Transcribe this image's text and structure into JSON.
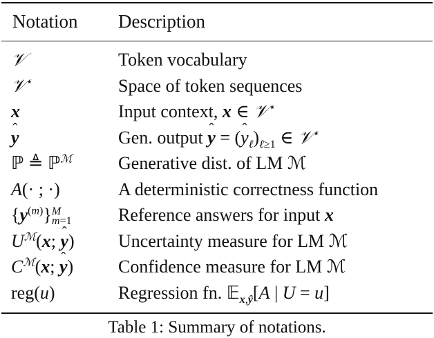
{
  "table": {
    "header": {
      "notation": "Notation",
      "description": "Description"
    },
    "rows": [
      {
        "notation": "𝒱",
        "description": "Token vocabulary"
      },
      {
        "notation": "𝒱⋆",
        "description": "Space of token sequences"
      },
      {
        "notation": "x",
        "description": "Input context, x ∈ 𝒱⋆"
      },
      {
        "notation": "ŷ",
        "description": "Gen. output ŷ = (ŷℓ)ℓ≥1 ∈ 𝒱⋆"
      },
      {
        "notation": "ℙ ≜ ℙℳ",
        "description": "Generative dist. of LM ℳ"
      },
      {
        "notation": "A(· ; ·)",
        "description": "A deterministic correctness function"
      },
      {
        "notation": "{y(m)}Mm=1",
        "description": "Reference answers for input x"
      },
      {
        "notation": "Uℳ(x; ŷ)",
        "description": "Uncertainty measure for LM ℳ"
      },
      {
        "notation": "Cℳ(x; ŷ)",
        "description": "Confidence measure for LM ℳ"
      },
      {
        "notation": "reg(u)",
        "description": "Regression fn. 𝔼x,ŷ[A | U = u]"
      }
    ]
  },
  "caption": "Table 1: Summary of notations."
}
